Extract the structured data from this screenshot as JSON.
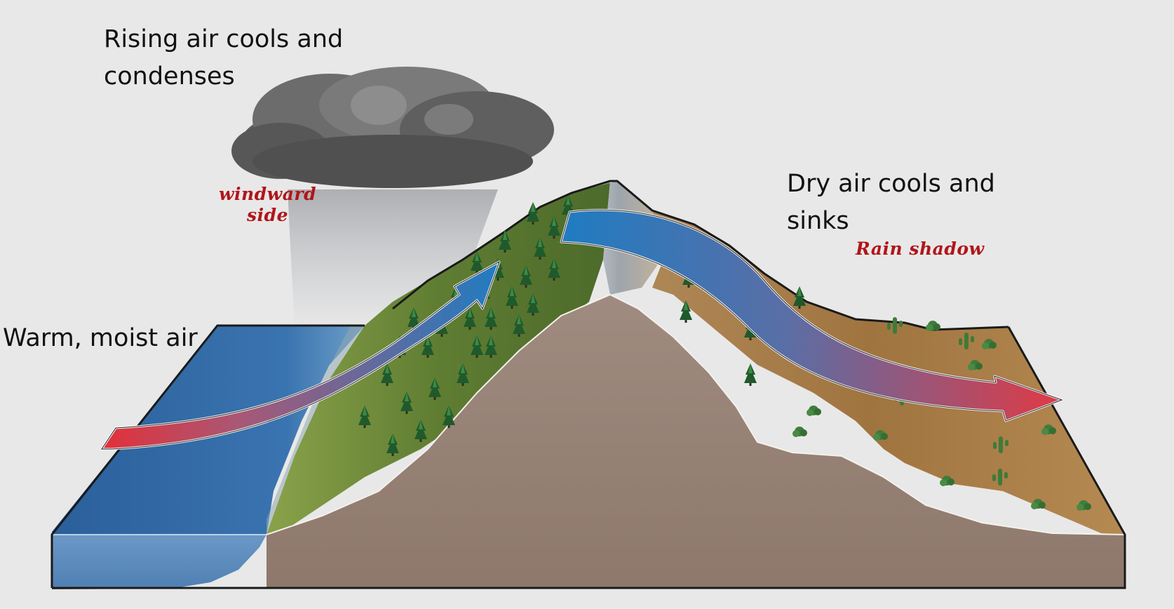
{
  "labels": {
    "rising": "Rising air cools and condenses",
    "rising_line1": "Rising air cools and",
    "rising_line2": "condenses",
    "warm": "Warm, moist air",
    "dry": "Dry air cools and sinks",
    "dry_line1": "Dry air cools and",
    "dry_line2": "sinks"
  },
  "annotations": {
    "windward": "windward side",
    "windward_line1": "windward",
    "windward_line2": "side",
    "rain_shadow": "Rain shadow"
  },
  "colors": {
    "background": "#e8e8e8",
    "ocean": "#2f68a4",
    "soil": "#9a857a",
    "forest": "#6f8a3a",
    "desert": "#a87b46",
    "arrow_warm": "#e0323c",
    "arrow_cool": "#1e7bc0",
    "cloud": "#6d6d6d",
    "annotation": "#b0151a"
  },
  "icons": {
    "cloud": "rain-cloud-icon",
    "tree": "conifer-tree-icon",
    "cactus": "cactus-icon",
    "shrub": "shrub-icon"
  }
}
